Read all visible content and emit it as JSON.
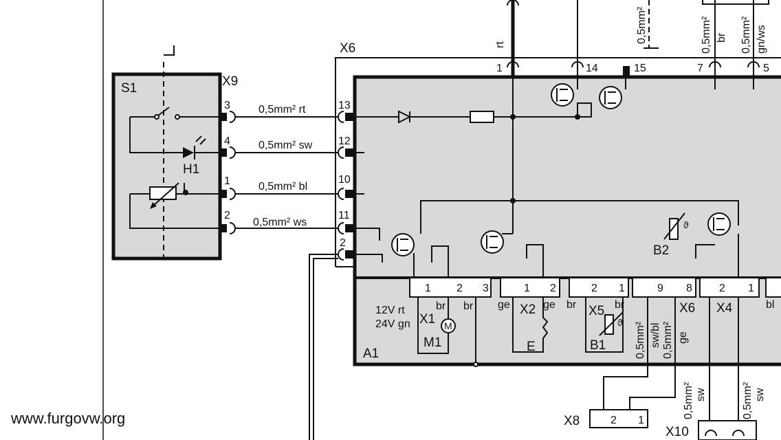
{
  "components": {
    "S1": {
      "label": "S1",
      "H1": "H1"
    },
    "X9": {
      "label": "X9",
      "pins": [
        "3",
        "4",
        "1",
        "2"
      ]
    },
    "X6_top": {
      "label": "X6",
      "pins": [
        "13",
        "12",
        "10",
        "11",
        "2"
      ]
    },
    "A1": {
      "label": "A1"
    },
    "B2": {
      "label": "B2"
    },
    "X1": {
      "label": "X1",
      "pins": [
        "1",
        "2",
        "3"
      ],
      "wires": [
        "br",
        "br"
      ],
      "motor": "M1",
      "motor_symbol": "M",
      "voltage_notes": [
        "12V rt",
        "24V gn"
      ]
    },
    "X2": {
      "label": "X2",
      "pins": [
        "1",
        "2"
      ],
      "wires": [
        "ge",
        "ge"
      ],
      "element": "E"
    },
    "X5": {
      "label": "X5",
      "pins": [
        "2",
        "1"
      ],
      "wires": [
        "br",
        "br"
      ],
      "sensor": "B1"
    },
    "X6_bottom": {
      "label": "X6",
      "pins": [
        "9",
        "8"
      ],
      "wires": [
        "0,5mm²",
        "sw/bl",
        "0,5mm²",
        "ge"
      ]
    },
    "X4": {
      "label": "X4",
      "pins": [
        "2",
        "1"
      ],
      "wire_right": "bl"
    },
    "X8": {
      "label": "X8",
      "pins": [
        "2",
        "1"
      ]
    },
    "X10": {
      "label": "X10"
    }
  },
  "wires_left": [
    {
      "pin": "3",
      "pin_x6": "13",
      "label": "0,5mm²  rt"
    },
    {
      "pin": "4",
      "pin_x6": "12",
      "label": "0,5mm²  sw"
    },
    {
      "pin": "1",
      "pin_x6": "10",
      "label": "0,5mm²  bl"
    },
    {
      "pin": "2",
      "pin_x6": "11",
      "label": "0,5mm²  ws"
    }
  ],
  "top_pins": [
    {
      "pin": "1",
      "color": "rt"
    },
    {
      "pin": "14"
    },
    {
      "pin": "15",
      "size": "0,5mm²"
    },
    {
      "pin": "7",
      "size": "0,5mm²",
      "color": "br"
    },
    {
      "pin": "5",
      "size": "0,5mm²",
      "color": "gn/ws"
    }
  ],
  "bottom_right_wires": [
    {
      "size": "0,5mm²",
      "color": "sw"
    },
    {
      "size": "0,5mm²",
      "color": "sw"
    }
  ],
  "theta": "ϑ",
  "watermark": "www.furgovw.org"
}
